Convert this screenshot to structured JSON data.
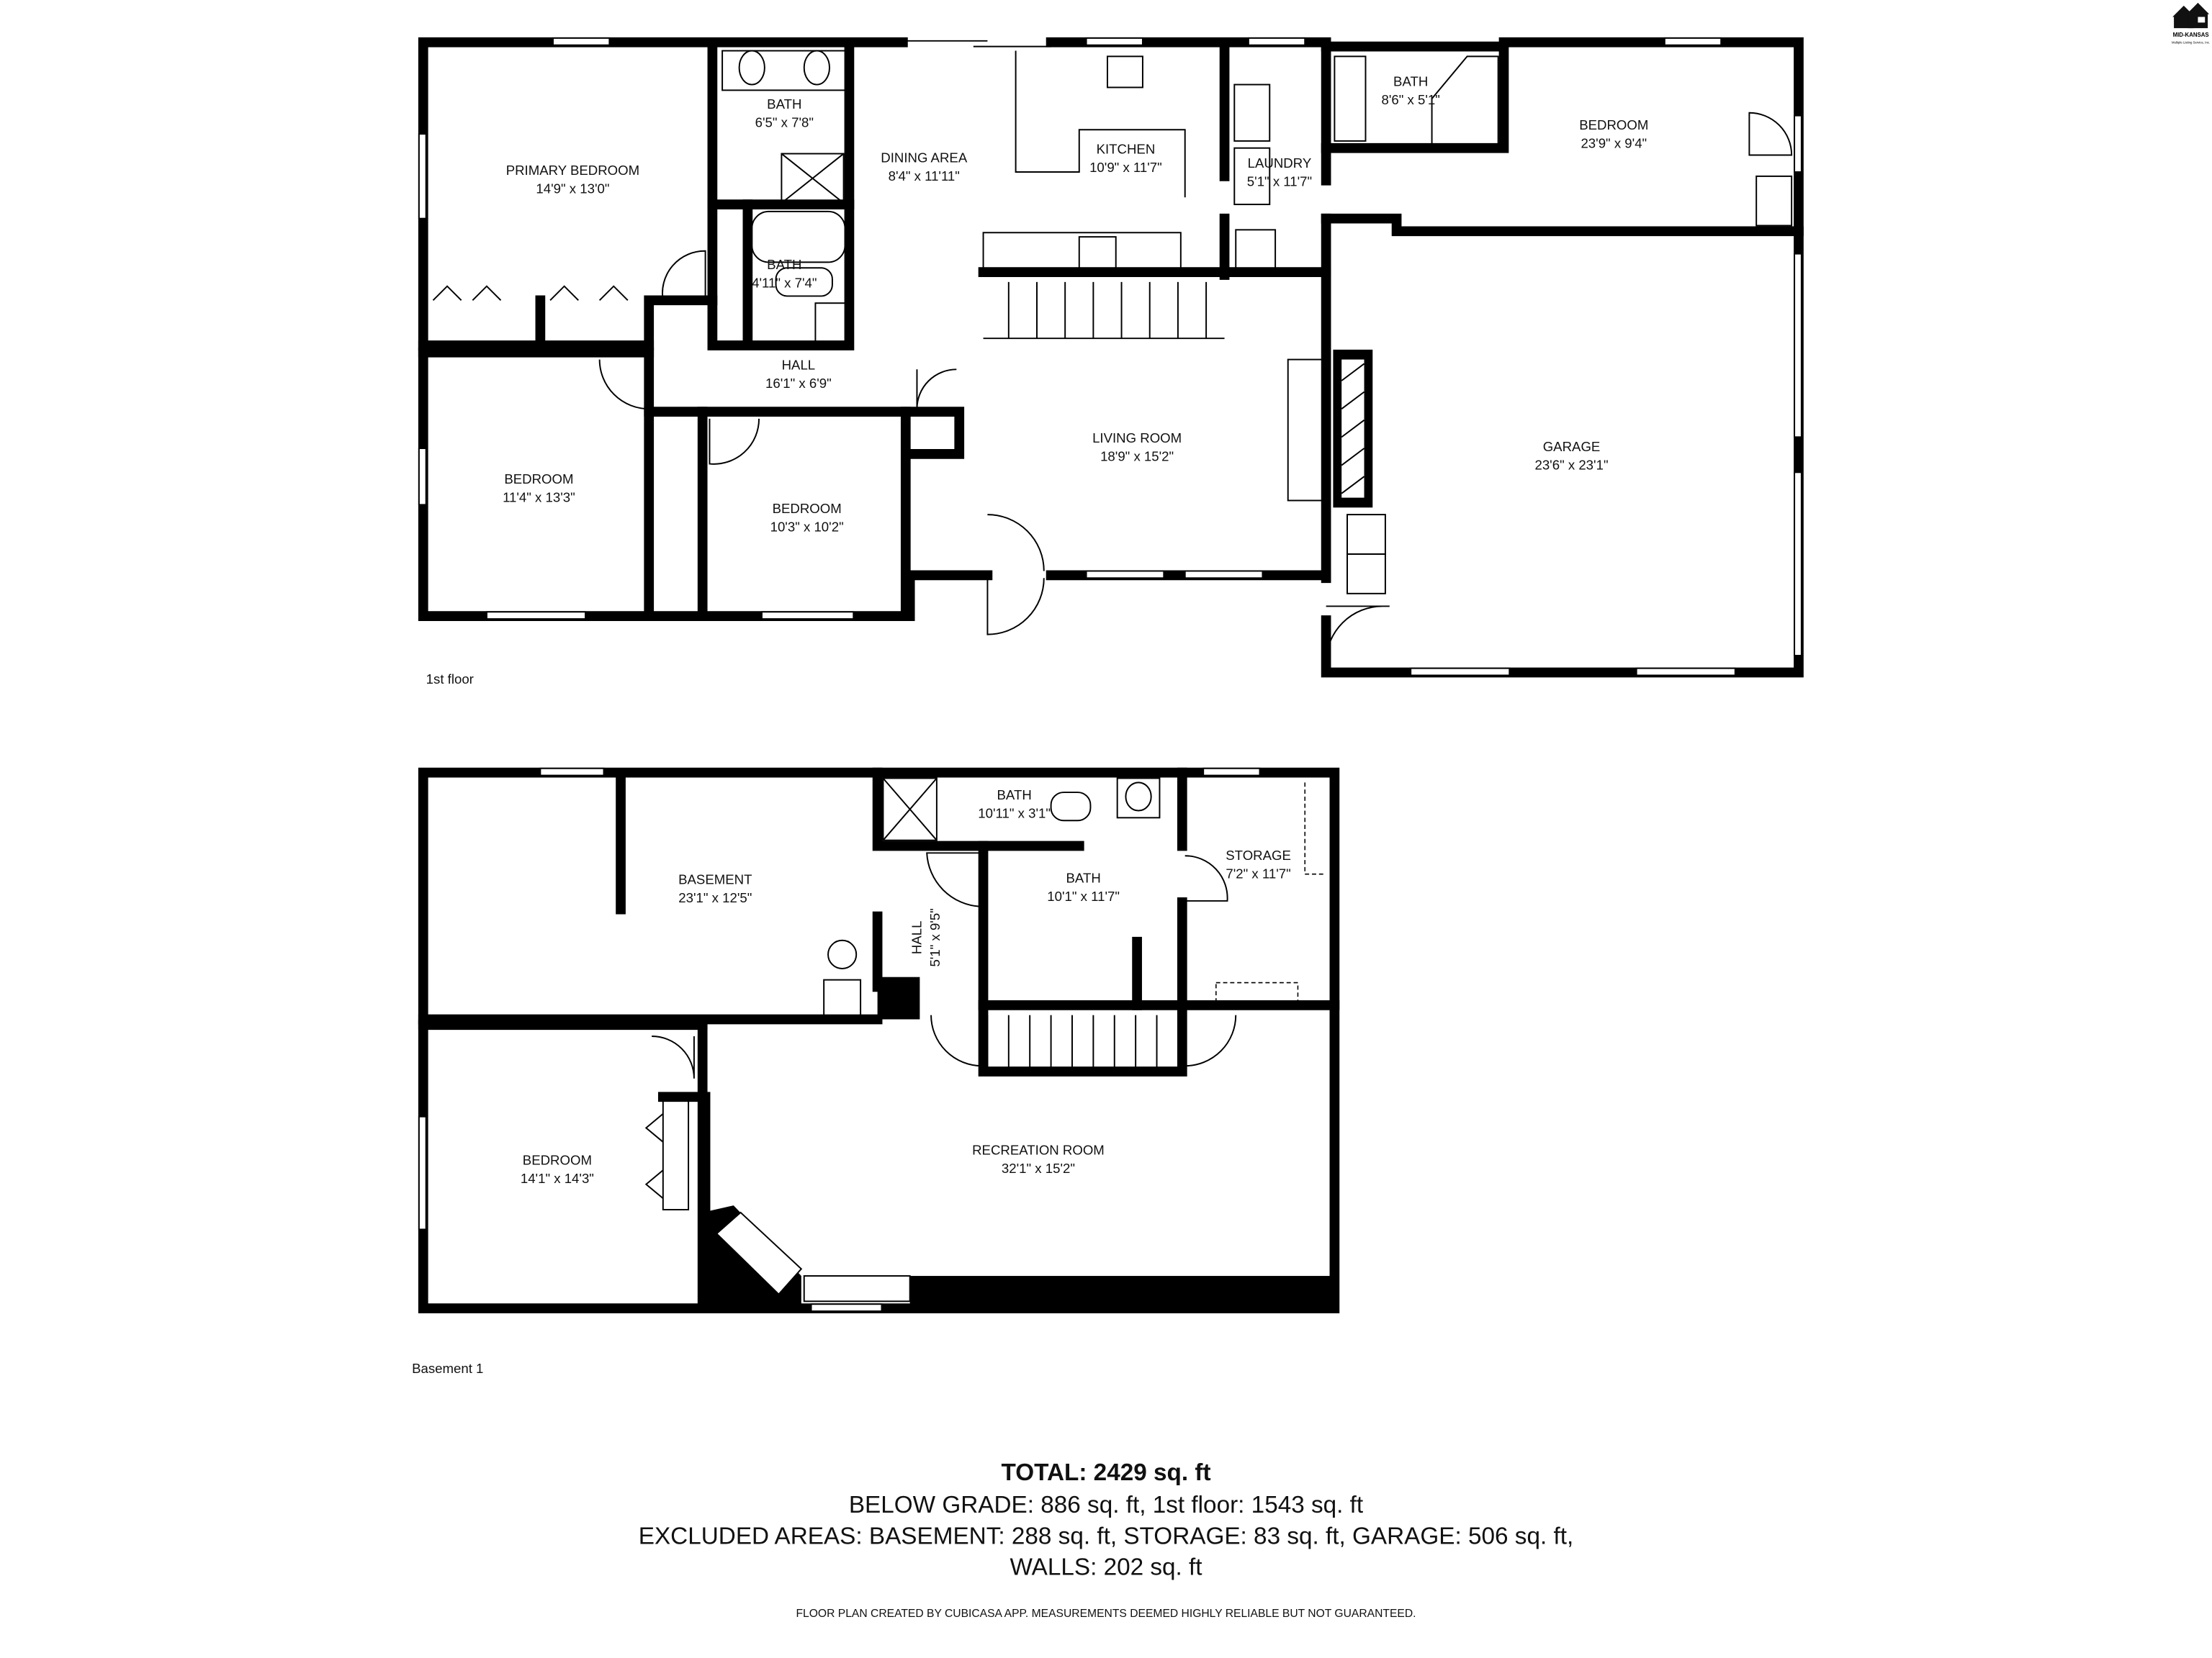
{
  "logo": {
    "text": "MID-KANSAS",
    "subtext": "Multiple Listing Service, Inc."
  },
  "first_floor": {
    "label": "1st floor",
    "rooms": [
      {
        "name": "PRIMARY BEDROOM",
        "dims": "14'9\" x 13'0\""
      },
      {
        "name": "BATH",
        "dims": "6'5\" x 7'8\""
      },
      {
        "name": "DINING AREA",
        "dims": "8'4\" x 11'11\""
      },
      {
        "name": "KITCHEN",
        "dims": "10'9\" x 11'7\""
      },
      {
        "name": "LAUNDRY",
        "dims": "5'1\" x 11'7\""
      },
      {
        "name": "BATH",
        "dims": "8'6\" x 5'1\""
      },
      {
        "name": "BEDROOM",
        "dims": "23'9\" x 9'4\""
      },
      {
        "name": "BATH",
        "dims": "4'11\" x 7'4\""
      },
      {
        "name": "HALL",
        "dims": "16'1\" x 6'9\""
      },
      {
        "name": "BEDROOM",
        "dims": "11'4\" x 13'3\""
      },
      {
        "name": "BEDROOM",
        "dims": "10'3\" x 10'2\""
      },
      {
        "name": "LIVING ROOM",
        "dims": "18'9\" x 15'2\""
      },
      {
        "name": "GARAGE",
        "dims": "23'6\" x 23'1\""
      }
    ]
  },
  "basement": {
    "label": "Basement 1",
    "rooms": [
      {
        "name": "BASEMENT",
        "dims": "23'1\" x 12'5\""
      },
      {
        "name": "BATH",
        "dims": "10'11\" x 3'1\""
      },
      {
        "name": "BATH",
        "dims": "10'1\" x 11'7\""
      },
      {
        "name": "STORAGE",
        "dims": "7'2\" x 11'7\""
      },
      {
        "name": "HALL",
        "dims": "5'1\" x 9'5\""
      },
      {
        "name": "BEDROOM",
        "dims": "14'1\" x 14'3\""
      },
      {
        "name": "RECREATION ROOM",
        "dims": "32'1\" x 15'2\""
      }
    ]
  },
  "summary": {
    "total": "TOTAL: 2429 sq. ft",
    "line1": "BELOW GRADE: 886 sq. ft, 1st floor: 1543 sq. ft",
    "line2": "EXCLUDED AREAS: BASEMENT: 288 sq. ft, STORAGE: 83 sq. ft, GARAGE: 506 sq. ft,",
    "line3": "WALLS: 202 sq. ft",
    "disclaimer": "FLOOR PLAN CREATED BY CUBICASA APP. MEASUREMENTS DEEMED HIGHLY RELIABLE BUT NOT GUARANTEED."
  }
}
